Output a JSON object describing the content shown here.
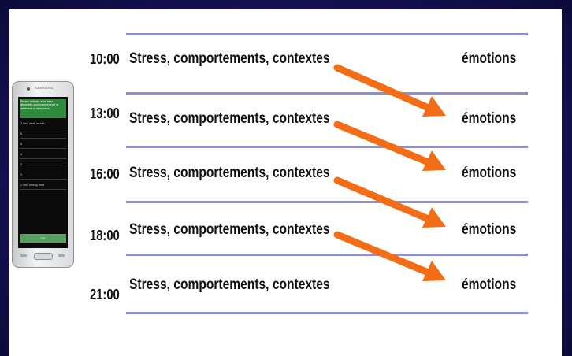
{
  "colors": {
    "border": "#1b1760",
    "line": "#8d8fd0",
    "arrow": "#f26d16",
    "screen_header": "#2f8a3b"
  },
  "phone": {
    "brand": "SAMSUNG",
    "prompt": "Please indicate what best describes your current level of alertness or sleepiness",
    "options": [
      "7 Very alert, awake",
      "6",
      "5",
      "4",
      "3",
      "2",
      "1 Very sleepy, tired"
    ],
    "ok_label": "OK"
  },
  "schedule": [
    {
      "time": "10:00",
      "activity": "Stress, comportements, contextes",
      "outcome": "émotions"
    },
    {
      "time": "13:00",
      "activity": "Stress, comportements, contextes",
      "outcome": "émotions"
    },
    {
      "time": "16:00",
      "activity": "Stress, comportements, contextes",
      "outcome": "émotions"
    },
    {
      "time": "18:00",
      "activity": "Stress, comportements, contextes",
      "outcome": "émotions"
    },
    {
      "time": "21:00",
      "activity": "Stress, comportements, contextes",
      "outcome": "émotions"
    }
  ]
}
